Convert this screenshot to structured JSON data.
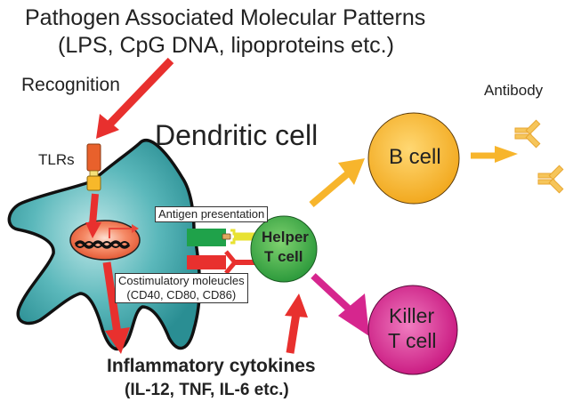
{
  "title": {
    "line1": "Pathogen Associated Molecular Patterns",
    "line2": "(LPS, CpG DNA, lipoproteins etc.)"
  },
  "labels": {
    "recognition": "Recognition",
    "tlrs": "TLRs",
    "dendritic_cell": "Dendritic cell",
    "antigen_presentation": "Antigen presentation",
    "costim_line1": "Costimulatory moleucles",
    "costim_line2": "(CD40, CD80, CD86)",
    "cytokines_line1": "Inflammatory cytokines",
    "cytokines_line2": "(IL-12, TNF, IL-6 etc.)",
    "antibody": "Antibody"
  },
  "cells": {
    "helper_line1": "Helper",
    "helper_line2": "T cell",
    "b_cell": "B cell",
    "killer_line1": "Killer",
    "killer_line2": "T cell"
  },
  "colors": {
    "red_arrow": "#e8302e",
    "dendritic": "#3aa6aa",
    "helper": "#3db04a",
    "b_cell": "#f7b52c",
    "killer": "#d6268e",
    "antibody": "#f2b233",
    "nucleus": "#ef6a48",
    "tlr_top": "#e8612c",
    "tlr_bottom": "#f7b82a"
  }
}
